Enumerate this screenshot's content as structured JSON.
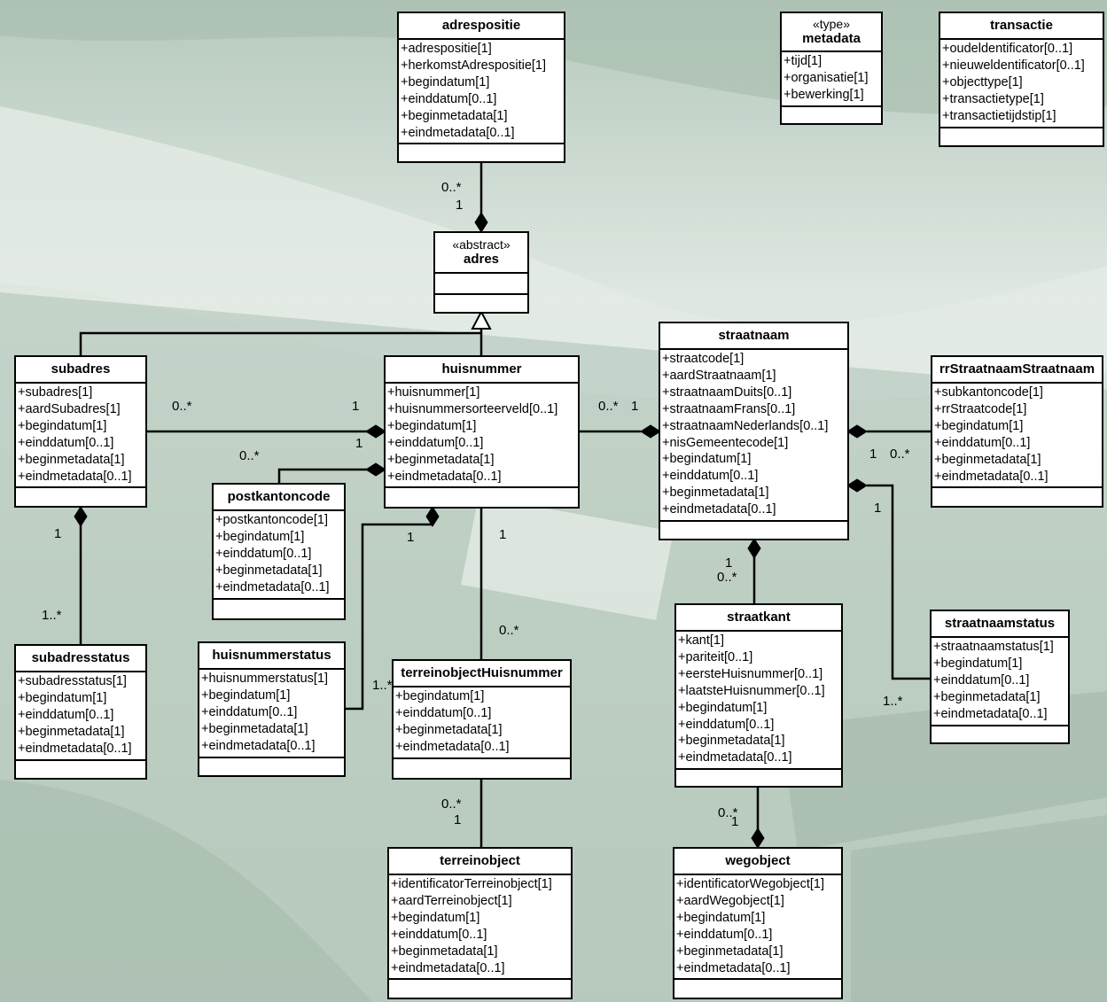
{
  "classes": [
    {
      "id": "adrespositie",
      "name": "adrespositie",
      "attrs": [
        "+adrespositie[1]",
        "+herkomstAdrespositie[1]",
        "+begindatum[1]",
        "+einddatum[0..1]",
        "+beginmetadata[1]",
        "+eindmetadata[0..1]"
      ]
    },
    {
      "id": "metadata",
      "stereotype": "«type»",
      "name": "metadata",
      "attrs": [
        "+tijd[1]",
        "+organisatie[1]",
        "+bewerking[1]"
      ]
    },
    {
      "id": "transactie",
      "name": "transactie",
      "attrs": [
        "+oudeldentificator[0..1]",
        "+nieuweldentificator[0..1]",
        "+objecttype[1]",
        "+transactietype[1]",
        "+transactietijdstip[1]"
      ]
    },
    {
      "id": "adres",
      "stereotype": "«abstract»",
      "name": "adres",
      "attrs": []
    },
    {
      "id": "subadres",
      "name": "subadres",
      "attrs": [
        "+subadres[1]",
        "+aardSubadres[1]",
        "+begindatum[1]",
        "+einddatum[0..1]",
        "+beginmetadata[1]",
        "+eindmetadata[0..1]"
      ]
    },
    {
      "id": "huisnummer",
      "name": "huisnummer",
      "attrs": [
        "+huisnummer[1]",
        "+huisnummersorteerveld[0..1]",
        "+begindatum[1]",
        "+einddatum[0..1]",
        "+beginmetadata[1]",
        "+eindmetadata[0..1]"
      ]
    },
    {
      "id": "straatnaam",
      "name": "straatnaam",
      "attrs": [
        "+straatcode[1]",
        "+aardStraatnaam[1]",
        "+straatnaamDuits[0..1]",
        "+straatnaamFrans[0..1]",
        "+straatnaamNederlands[0..1]",
        "+nisGemeentecode[1]",
        "+begindatum[1]",
        "+einddatum[0..1]",
        "+beginmetadata[1]",
        "+eindmetadata[0..1]"
      ]
    },
    {
      "id": "rrStraatnaamStraatnaam",
      "name": "rrStraatnaamStraatnaam",
      "attrs": [
        "+subkantoncode[1]",
        "+rrStraatcode[1]",
        "+begindatum[1]",
        "+einddatum[0..1]",
        "+beginmetadata[1]",
        "+eindmetadata[0..1]"
      ]
    },
    {
      "id": "postkantoncode",
      "name": "postkantoncode",
      "attrs": [
        "+postkantoncode[1]",
        "+begindatum[1]",
        "+einddatum[0..1]",
        "+beginmetadata[1]",
        "+eindmetadata[0..1]"
      ]
    },
    {
      "id": "subadresstatus",
      "name": "subadresstatus",
      "attrs": [
        "+subadresstatus[1]",
        "+begindatum[1]",
        "+einddatum[0..1]",
        "+beginmetadata[1]",
        "+eindmetadata[0..1]"
      ]
    },
    {
      "id": "huisnummerstatus",
      "name": "huisnummerstatus",
      "attrs": [
        "+huisnummerstatus[1]",
        "+begindatum[1]",
        "+einddatum[0..1]",
        "+beginmetadata[1]",
        "+eindmetadata[0..1]"
      ]
    },
    {
      "id": "terreinobjectHuisnummer",
      "name": "terreinobjectHuisnummer",
      "attrs": [
        "+begindatum[1]",
        "+einddatum[0..1]",
        "+beginmetadata[1]",
        "+eindmetadata[0..1]"
      ]
    },
    {
      "id": "straatkant",
      "name": "straatkant",
      "attrs": [
        "+kant[1]",
        "+pariteit[0..1]",
        "+eersteHuisnummer[0..1]",
        "+laatsteHuisnummer[0..1]",
        "+begindatum[1]",
        "+einddatum[0..1]",
        "+beginmetadata[1]",
        "+eindmetadata[0..1]"
      ]
    },
    {
      "id": "straatnaamstatus",
      "name": "straatnaamstatus",
      "attrs": [
        "+straatnaamstatus[1]",
        "+begindatum[1]",
        "+einddatum[0..1]",
        "+beginmetadata[1]",
        "+eindmetadata[0..1]"
      ]
    },
    {
      "id": "terreinobject",
      "name": "terreinobject",
      "attrs": [
        "+identificatorTerreinobject[1]",
        "+aardTerreinobject[1]",
        "+begindatum[1]",
        "+einddatum[0..1]",
        "+beginmetadata[1]",
        "+eindmetadata[0..1]"
      ]
    },
    {
      "id": "wegobject",
      "name": "wegobject",
      "attrs": [
        "+identificatorWegobject[1]",
        "+aardWegobject[1]",
        "+begindatum[1]",
        "+einddatum[0..1]",
        "+beginmetadata[1]",
        "+eindmetadata[0..1]"
      ]
    }
  ],
  "multiplicities": [
    "0..*",
    "1",
    "0..*",
    "1",
    "1",
    "0..*",
    "0..*",
    "1",
    "1",
    "0..*",
    "1",
    "1..*",
    "1",
    "1",
    "1..*",
    "0..*",
    "1",
    "0..*",
    "1",
    "1..*",
    "0..*",
    "1",
    "0..*",
    "1"
  ]
}
